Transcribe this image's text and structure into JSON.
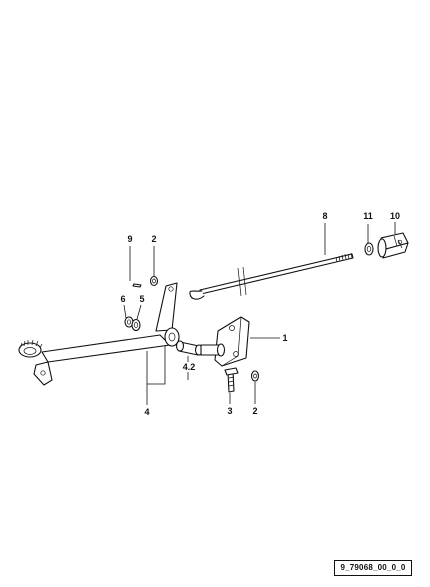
{
  "callouts": {
    "c1": "1",
    "c2a": "2",
    "c2b": "2",
    "c3": "3",
    "c4": "4",
    "c42": "4.2",
    "c5": "5",
    "c6": "6",
    "c8": "8",
    "c9": "9",
    "c10": "10",
    "c11": "11"
  },
  "drawing_id": "9_79068_00_0_0"
}
